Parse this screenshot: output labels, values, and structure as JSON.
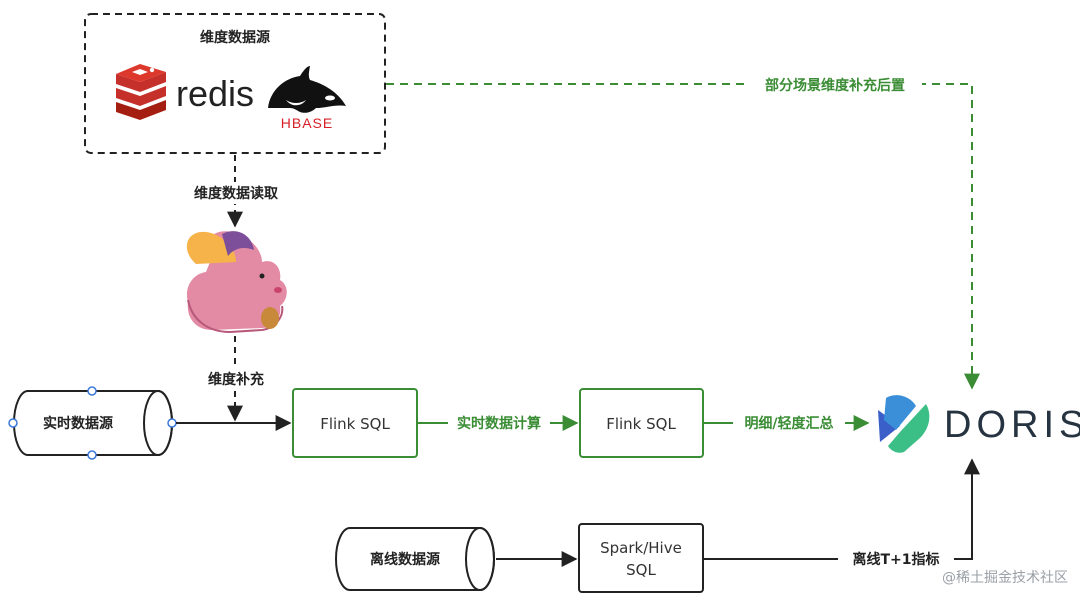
{
  "dim_source": {
    "title": "维度数据源",
    "redis_logo": "redis",
    "hbase_logo": "HBASE"
  },
  "edges": {
    "dim_read": "维度数据读取",
    "dim_supplement": "维度补充",
    "realtime_compute": "实时数据计算",
    "detail_light_agg": "明细/轻度汇总",
    "scene_dim_postpone": "部分场景维度补充后置",
    "offline_t1_metrics": "离线T+1指标"
  },
  "nodes": {
    "realtime_source": "实时数据源",
    "flink_sql_1": "Flink SQL",
    "flink_sql_2": "Flink SQL",
    "offline_source": "离线数据源",
    "spark_hive_line1": "Spark/Hive",
    "spark_hive_line2": "SQL",
    "doris": "DORIS"
  },
  "watermark": "@稀土掘金技术社区",
  "colors": {
    "green": "#3a8d34",
    "dark": "#222222",
    "doris_blue": "#3a5fc8",
    "doris_green": "#3bbf86",
    "flink_pink": "#d85a7f",
    "redis_red": "#c6302b"
  }
}
